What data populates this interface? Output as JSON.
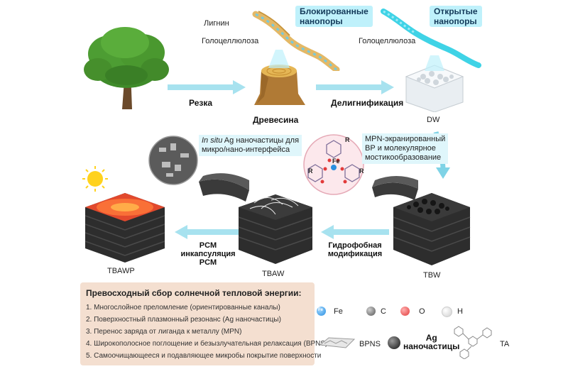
{
  "top": {
    "lignin": "Лигнин",
    "holocellulose_left": "Голоцеллюлоза",
    "blocked_nanopores": "Блокированные\nнанопоры",
    "open_nanopores": "Открытые\nнанопоры",
    "holocellulose_right": "Голоцеллюлоза",
    "cutting": "Резка",
    "wood": "Древесина",
    "delignification": "Делигнификация",
    "dw": "DW"
  },
  "middle": {
    "in_situ_ag_italic": "In situ",
    "in_situ_ag_rest": " Ag наночастицы для\nмикро/нано-интерфейса",
    "mpn_text": "MPN-экранированный\nВР и молекулярное\nмостикообразование",
    "fe_label": "Fe",
    "r_label": "R",
    "pcm_encapsulation": "PCM\nинкапсуляция\nPCM",
    "hydrophobic_mod": "Гидрофобная\nмодификация",
    "tbawp": "TBAWP",
    "tbaw": "TBAW",
    "tbw": "TBW"
  },
  "legend": {
    "title": "Превосходный сбор солнечной тепловой энергии:",
    "items": [
      "1. Многослойное преломление (ориентированные каналы)",
      "2. Поверхностный плазмонный резонанс (Ag наночастицы)",
      "3. Перенос заряда от лиганда к металлу (MPN)",
      "4. Широкополосное поглощение и безызлучательная релаксация (BPNS)",
      "5. Самоочищающееся и подавляющее микробы покрытие поверхности"
    ]
  },
  "elements": {
    "fe": "Fe",
    "c": "C",
    "o": "O",
    "h": "H",
    "fe_ball": "Fe",
    "bpns": "BPNS",
    "ag_line1": "Ag",
    "ag_line2": "наночастицы",
    "ta": "TA"
  },
  "colors": {
    "arrow": "#5fc6e0",
    "fiber_cyan": "#3fd3e6",
    "fe_blue": "#2a8fe0",
    "o_red": "#e23a3a",
    "legend_bg": "#f4dfd0",
    "wood_tan": "#d7a24e",
    "dark_block": "#2d2d2d",
    "hot": "#e2492d"
  }
}
